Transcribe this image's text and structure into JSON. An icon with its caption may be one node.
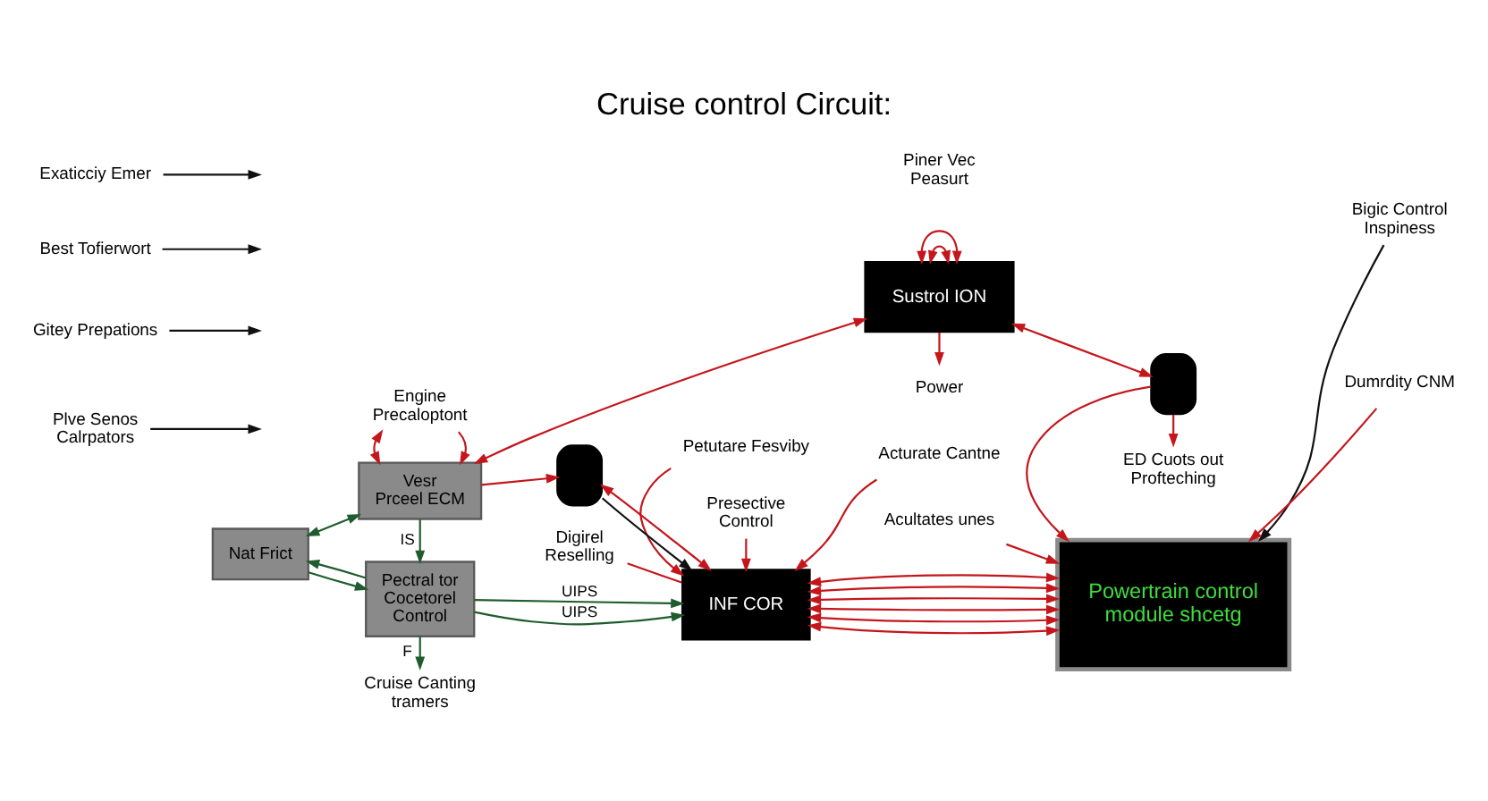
{
  "diagram": {
    "title": "Cruise control Circuit:",
    "nodes": [
      {
        "text": [
          "Cruise Canting tramers"
        ]
      },
      {
        "text": [
          "Plve Senos Calrpators"
        ]
      },
      {
        "text": [
          "Nat Frict"
        ]
      },
      {
        "text": [
          "Pectral tor Cocetorel Control"
        ]
      },
      {
        "text": [
          "Gitey Prepations"
        ]
      },
      {
        "text": [
          "Best Tofierwort"
        ]
      },
      {
        "text": [
          "Exaticciy Emer"
        ]
      },
      {
        "text": [
          "Vesr Prceel ECM"
        ]
      },
      {
        "text": [
          "Engine Precaloptont"
        ]
      },
      {
        "text": [
          "Digirel Reselling"
        ]
      },
      {
        "text": [
          "Petutare Fesviby"
        ]
      },
      {
        "text": [
          "Acultates unes"
        ]
      },
      {
        "text": [
          "Presective Control"
        ]
      },
      {
        "text": [
          "INF COR"
        ]
      },
      {
        "text": [
          "Acturate Cantne"
        ]
      },
      {
        "text": [
          "Bigic Control Inspiness"
        ]
      },
      {
        "text": [
          "Powertrain control module shcetg"
        ]
      },
      {
        "text": [],
        "shape": "box"
      },
      {
        "text": [
          "Sustrol ION"
        ]
      },
      {
        "text": [
          "Power"
        ]
      },
      {
        "text": [],
        "shape": "box"
      },
      {
        "text": [
          "ED Cuots out Profteching"
        ]
      },
      {
        "text": [
          "Dumrdity CNM"
        ]
      }
    ],
    "edges": [
      {
        "from": 3,
        "to": 0,
        "arrow": "to",
        "label": "F",
        "color": "#1f5c2e"
      },
      {
        "from": 3,
        "to": 2,
        "arrow": "to",
        "color": "#1f5c2e"
      },
      {
        "from": 1,
        "to": null,
        "arrow": "to",
        "color": "#111111"
      },
      {
        "from": 2,
        "to": 3,
        "arrow": "to",
        "color": "#1f5c2e"
      },
      {
        "from": 4,
        "to": null,
        "arrow": "to",
        "color": "#111111"
      },
      {
        "from": 5,
        "to": null,
        "arrow": "to",
        "color": "#111111"
      },
      {
        "from": 6,
        "to": null,
        "arrow": "to",
        "color": "#111111"
      },
      {
        "from": 2,
        "to": 7,
        "arrow": "both",
        "color": "#1f5c2e"
      },
      {
        "from": 7,
        "to": 3,
        "arrow": "to",
        "label": "IS",
        "color": "#1f5c2e"
      },
      {
        "from": 3,
        "to": 13,
        "arrow": "to",
        "label": "UIPS",
        "color": "#1f5c2e"
      },
      {
        "from": 3,
        "to": 13,
        "arrow": "to",
        "label": "UIPS",
        "color": "#1f5c2e"
      },
      {
        "from": 17,
        "to": 13,
        "arrow": "to",
        "color": "#111111"
      },
      {
        "from": 9,
        "to": 13,
        "arrow": "none"
      },
      {
        "from": 10,
        "to": 13,
        "arrow": "to"
      },
      {
        "from": 12,
        "to": 13,
        "arrow": "to"
      },
      {
        "from": 11,
        "to": 16,
        "arrow": "to"
      },
      {
        "from": 13,
        "to": 16,
        "arrow": "both"
      },
      {
        "from": 13,
        "to": 16,
        "arrow": "both"
      },
      {
        "from": 14,
        "to": 13,
        "arrow": "to"
      },
      {
        "from": 15,
        "to": 16,
        "arrow": "to",
        "color": "#111111"
      },
      {
        "from": 13,
        "to": 17,
        "arrow": "both"
      },
      {
        "from": 13,
        "to": 16,
        "arrow": "both"
      },
      {
        "from": 13,
        "to": 16,
        "arrow": "both"
      },
      {
        "from": 13,
        "to": 16,
        "arrow": "both"
      },
      {
        "from": 13,
        "to": 16,
        "arrow": "both"
      },
      {
        "from": 8,
        "to": 7,
        "arrow": "to"
      },
      {
        "from": 8,
        "to": 7,
        "arrow": "both"
      },
      {
        "from": 7,
        "to": 18,
        "arrow": "both"
      },
      {
        "from": 7,
        "to": 17,
        "arrow": "to"
      },
      {
        "from": 18,
        "to": 20,
        "arrow": "both"
      },
      {
        "from": 18,
        "to": 18,
        "arrow": "both"
      },
      {
        "from": 18,
        "to": 18,
        "arrow": "both"
      },
      {
        "from": 18,
        "to": 19,
        "arrow": "to"
      },
      {
        "from": 20,
        "to": 16,
        "arrow": "to"
      },
      {
        "from": 22,
        "to": 16,
        "arrow": "to"
      },
      {
        "from": 20,
        "to": 21,
        "arrow": "to"
      }
    ],
    "labels": [
      "Piner Vec Peasurt"
    ]
  }
}
